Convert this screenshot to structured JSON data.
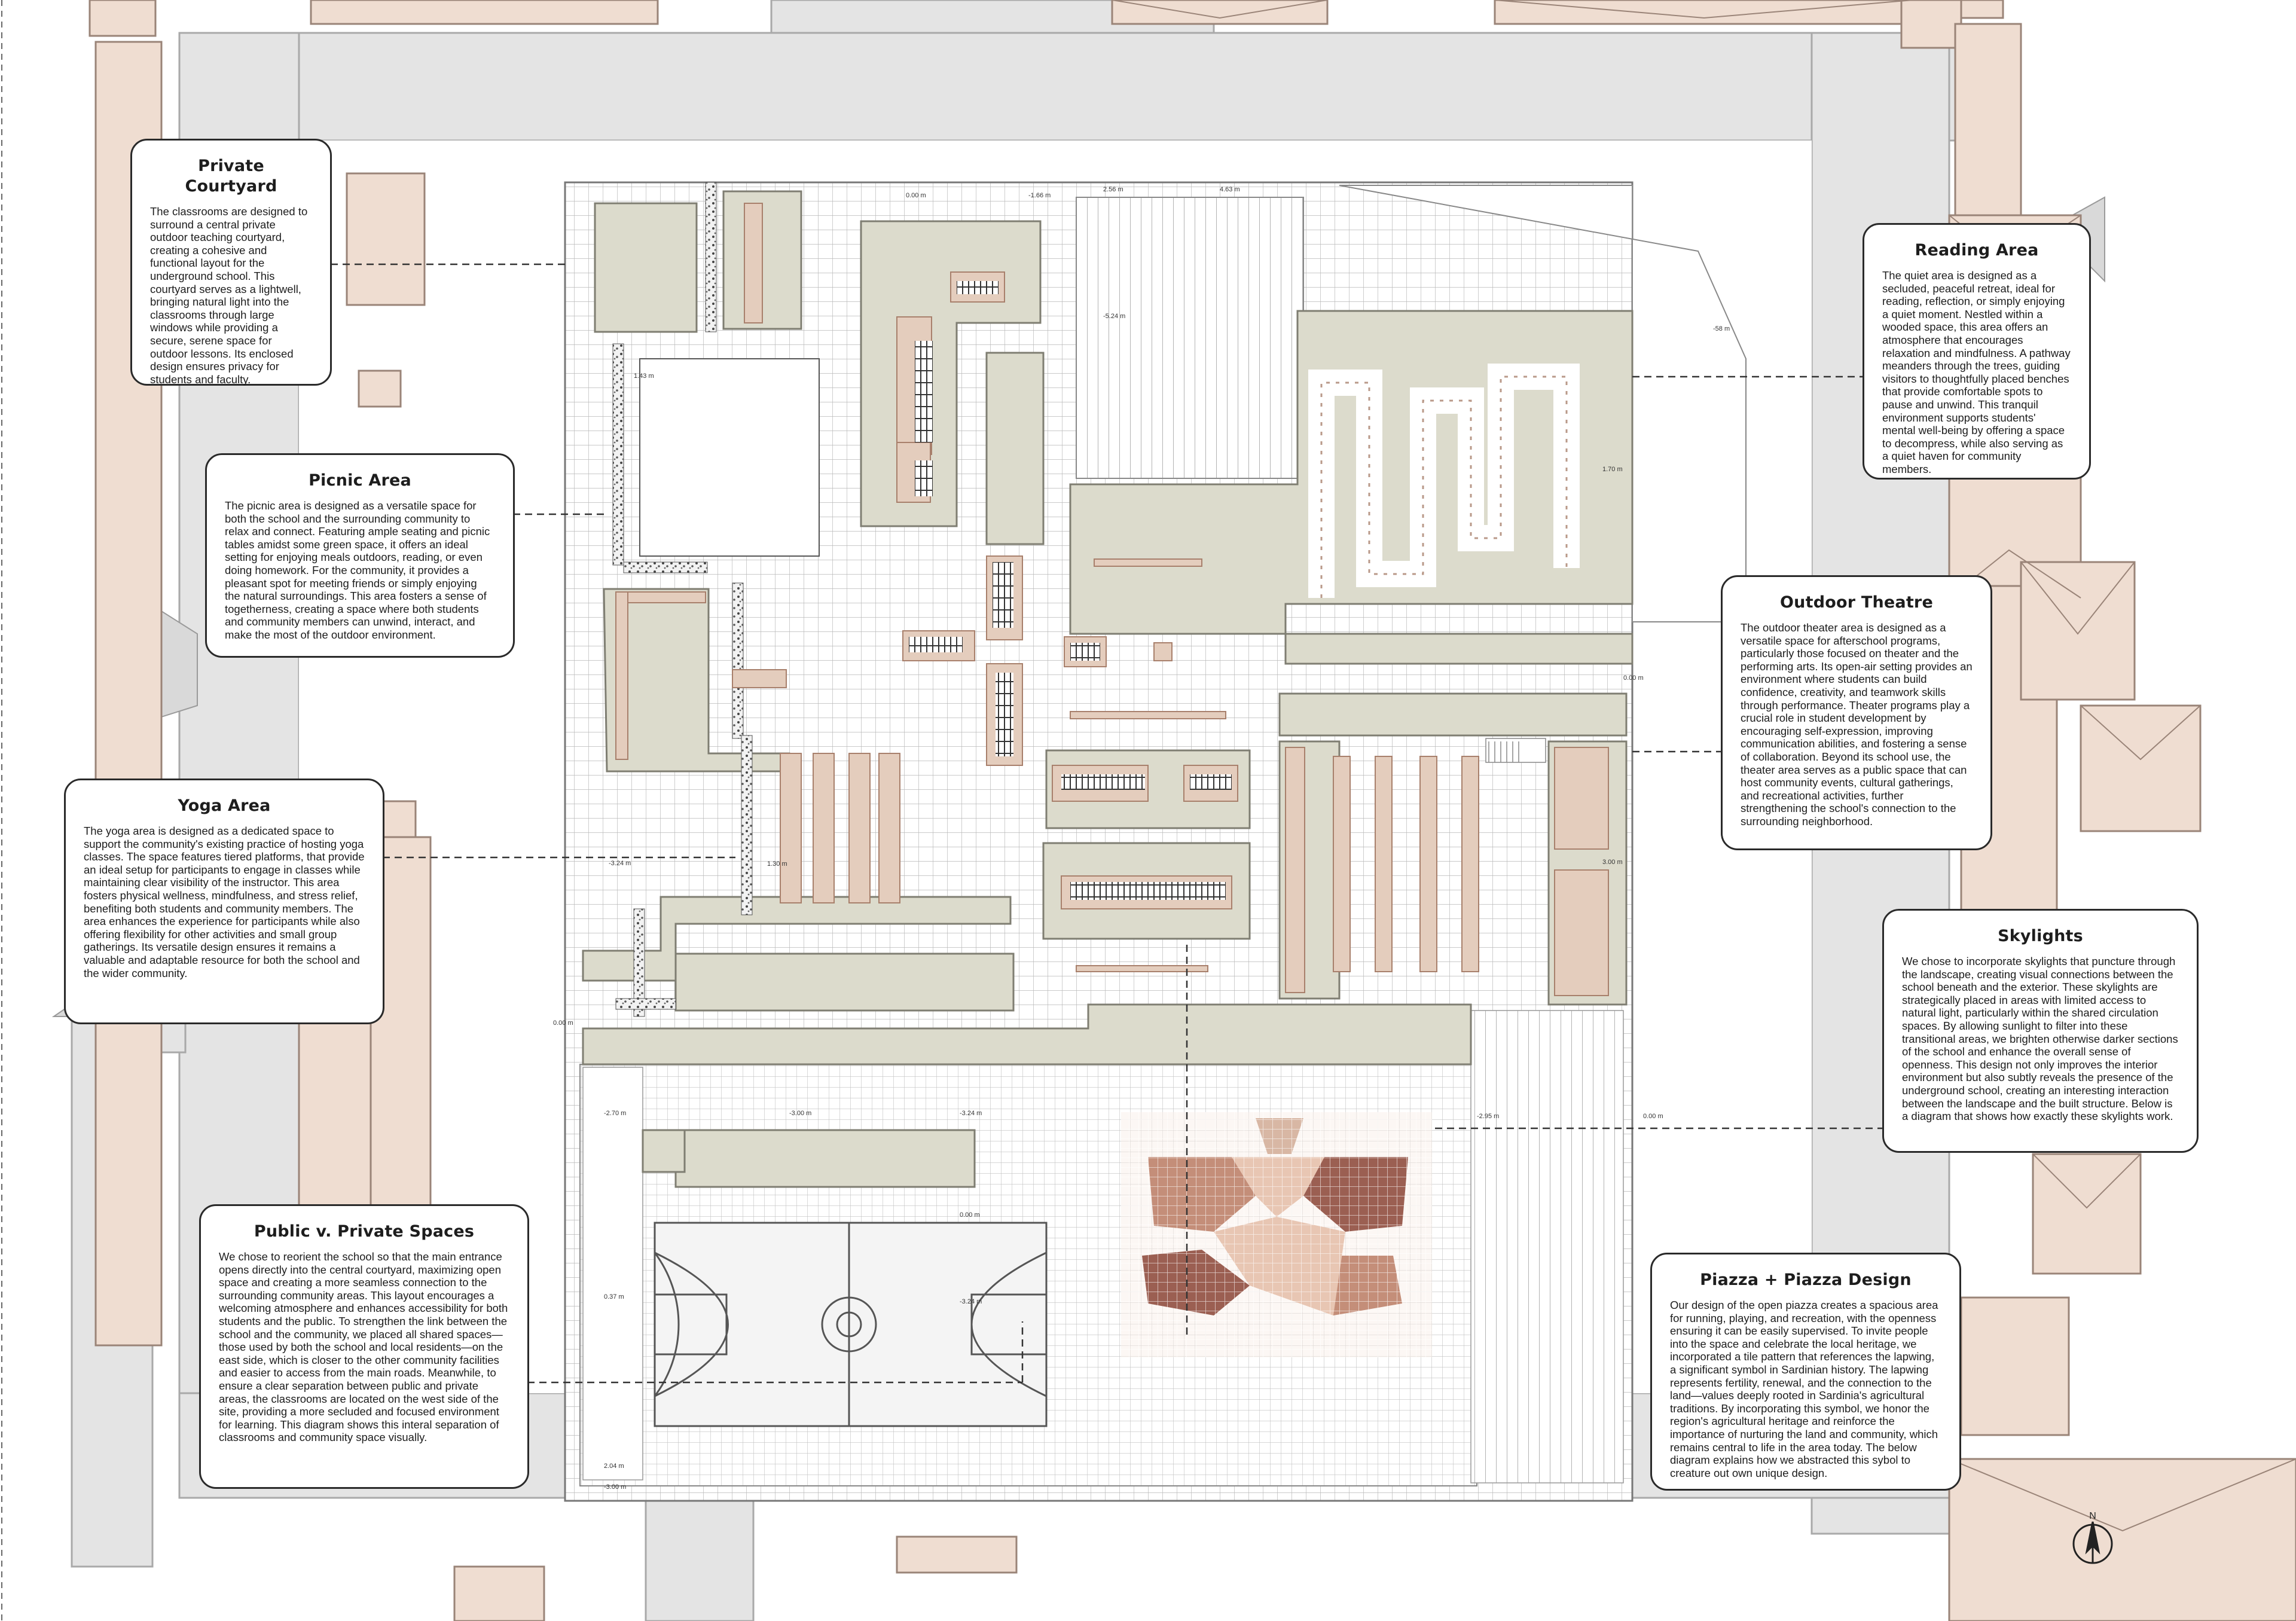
{
  "colors": {
    "road": "#e4e4e4",
    "road_edge": "#a9a9a9",
    "building": "#efddd1",
    "building_edge": "#9a8478",
    "lawn": "#dcdbcc",
    "lawn_edge": "#7f7e72",
    "paving_grid": "#b8b8b8",
    "accent_tile": "#b7876f",
    "piazza_dark": "#9b5f52",
    "piazza_mid": "#c48e79",
    "piazza_light": "#e8c6b3"
  },
  "labels": {
    "private_courtyard": {
      "title": "Private Courtyard",
      "body": "The classrooms are designed to surround a central private outdoor teaching courtyard, creating a cohesive and functional layout for the underground school. This courtyard serves as a lightwell, bringing natural light into the classrooms through large windows while providing a secure, serene space for outdoor lessons. Its enclosed design ensures privacy for students and faculty."
    },
    "picnic_area": {
      "title": "Picnic Area",
      "body": "The picnic area is designed as a versatile space for both the school and the surrounding community to relax and connect. Featuring ample seating and picnic tables amidst some green space, it offers an ideal setting for enjoying meals outdoors, reading, or even doing homework. For the community, it provides a pleasant spot for  meeting friends or simply enjoying the natural surroundings. This area fosters a sense of togetherness, creating a space where both students and community members can unwind, interact, and make the most of the outdoor environment."
    },
    "yoga_area": {
      "title": "Yoga Area",
      "body": "The yoga area is designed as a dedicated space to support the community's existing practice of hosting yoga classes. The space features tiered platforms, that provide an ideal setup for participants to engage in classes while maintaining clear visibility of the instructor. This area fosters physical wellness, mindfulness, and stress relief, benefiting both students and community members. The area enhances the experience for participants while also offering flexibility for other activities and small group gatherings. Its versatile design ensures it remains a valuable and adaptable resource for both the school and the wider community."
    },
    "public_private": {
      "title": "Public v. Private Spaces",
      "body": "We chose to reorient the school so that the main entrance opens directly into the central courtyard, maximizing open space and creating a more seamless connection to the surrounding community areas. This layout encourages a welcoming atmosphere and enhances accessibility for both students and the public. To strengthen the link between the school and the community, we placed all shared spaces—those used by both the school and local residents—on the east side, which is closer to the other community facilities and easier to access from the main roads. Meanwhile, to ensure a clear separation between public and private areas, the classrooms are located on the west side of the site, providing a more secluded and focused environment for learning. This diagram shows this interal separation of classrooms and community space visually."
    },
    "reading_area": {
      "title": "Reading Area",
      "body": "The quiet area is designed as a secluded, peaceful retreat, ideal for reading, reflection, or simply enjoying a quiet moment. Nestled within a wooded space, this area offers an atmosphere that encourages relaxation and mindfulness. A pathway meanders through the trees, guiding visitors to thoughtfully placed benches that provide comfortable spots to pause and unwind. This tranquil environment supports students' mental well-being by offering a space to decompress, while also serving as a quiet haven for community members."
    },
    "outdoor_theatre": {
      "title": "Outdoor Theatre",
      "body": "The outdoor theater area is designed as a versatile space for afterschool programs, particularly those focused on theater and the performing arts. Its open-air setting provides an environment where students can build confidence, creativity, and teamwork skills through performance. Theater programs play a crucial role in student development by encouraging self-expression, improving communication abilities, and fostering a sense of collaboration. Beyond its school use, the theater area serves as a public space that can host community events, cultural gatherings, and recreational activities, further strengthening the school's connection to the surrounding neighborhood."
    },
    "skylights": {
      "title": "Skylights",
      "body": "We chose to incorporate skylights that puncture through the landscape, creating visual connections between the school beneath and the exterior. These skylights are strategically placed in areas with limited access to natural light, particularly within the shared circulation spaces. By allowing sunlight to filter into these transitional areas, we brighten otherwise darker sections of the school and enhance the overall sense of openness. This design not only improves the interior environment but also subtly reveals the presence of the underground school, creating an interesting interaction between the landscape and the built structure. Below is a diagram that shows how exactly these skylights work."
    },
    "piazza": {
      "title": "Piazza + Piazza Design",
      "body": "Our design of the open piazza creates a spacious area for running, playing, and recreation, with the openness ensuring it can be easily supervised. To invite people into the space and celebrate the local heritage, we incorporated a tile pattern that references the lapwing, a significant symbol in Sardinian history. The lapwing represents fertility, renewal, and the connection to the land—values deeply rooted in Sardinia's agricultural traditions. By incorporating this symbol, we honor the region's agricultural heritage and reinforce the importance of nurturing the land and community, which remains central to life in the area today. The below diagram explains how we abstracted this sybol to creature out own unique design."
    }
  },
  "levels": {
    "l1": "0.00 m",
    "l2": "-1.66 m",
    "l3": "4.63 m",
    "l4": "2.56 m",
    "l5": "-5.24 m",
    "l6": "-58 m",
    "l7": "1.43 m",
    "l8": "1.70 m",
    "l9": "0.00 m",
    "l10": "-3.24 m",
    "l11": "1.30 m",
    "l12": "3.00 m",
    "l13": "0.00 m",
    "l14": "-2.70 m",
    "l15": "-3.00 m",
    "l16": "-3.24 m",
    "l17": "-2.95 m",
    "l18": "0.00 m",
    "l19": "0.37 m",
    "l20": "2.04 m",
    "l21": "-3.00 m",
    "l22": "0.00 m",
    "l23": "-3.24 m"
  },
  "compass": {
    "label": "N"
  }
}
